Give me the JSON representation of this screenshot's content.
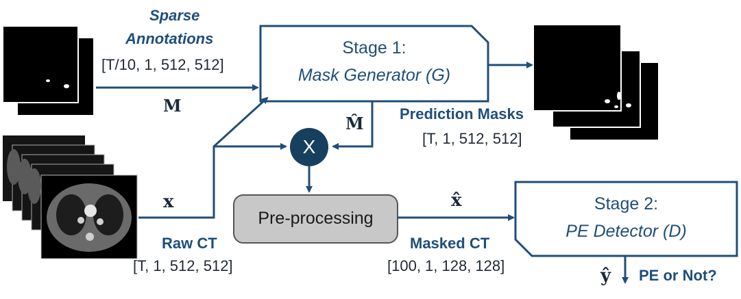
{
  "inputs": {
    "sparse_annotations": {
      "line1": "Sparse",
      "line2": "Annotations",
      "shape": "[T/10, 1, 512, 512]",
      "symbol": "M"
    },
    "raw_ct": {
      "label": "Raw CT",
      "shape": "[T, 1, 512, 512]",
      "symbol": "x"
    }
  },
  "stage1": {
    "title": "Stage 1:",
    "subtitle": "Mask Generator (G)"
  },
  "stage2": {
    "title": "Stage 2:",
    "subtitle": "PE Detector (D)"
  },
  "prediction_masks": {
    "label": "Prediction Masks",
    "shape": "[T, 1, 512, 512]",
    "symbol": "M̂"
  },
  "multiply": {
    "label": "X"
  },
  "preprocessing": {
    "label": "Pre-processing"
  },
  "masked_ct": {
    "label": "Masked CT",
    "shape": "[100, 1, 128, 128]",
    "symbol": "x̂"
  },
  "output": {
    "symbol": "ŷ",
    "label": "PE or Not?"
  },
  "colors": {
    "primary": "#1f4e79",
    "node": "#17405f",
    "preprocess_fill": "#c8c8c8"
  }
}
